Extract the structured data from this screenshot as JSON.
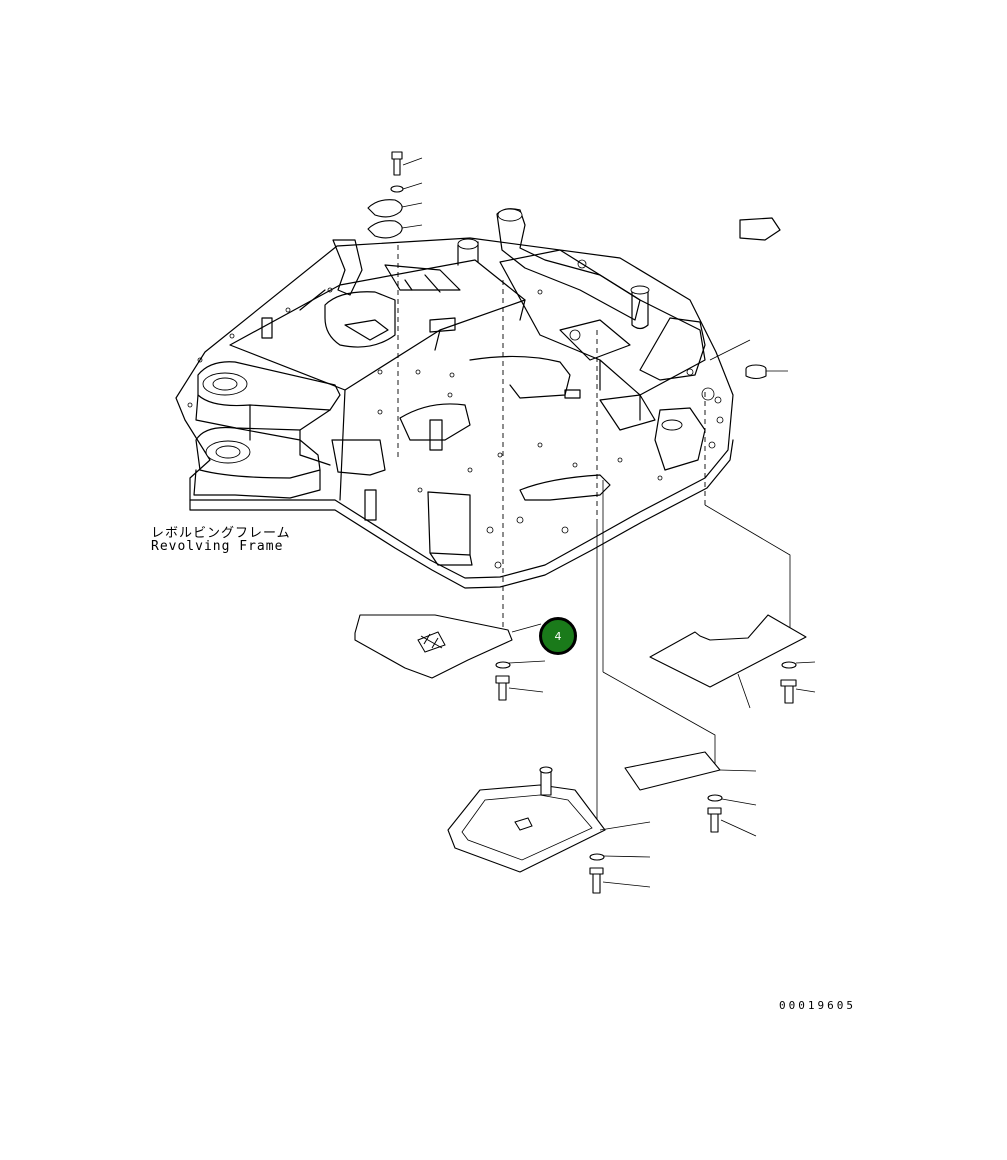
{
  "diagram": {
    "frame_label_ja": "レボルビングフレーム",
    "frame_label_en": "Revolving Frame",
    "document_number": "00019605",
    "callouts": [
      {
        "number": "4",
        "color": "#1a7a1a"
      }
    ]
  }
}
